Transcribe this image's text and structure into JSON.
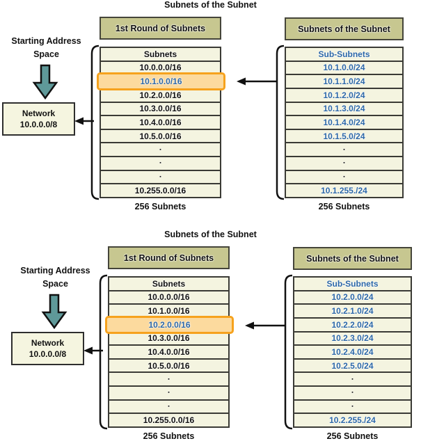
{
  "colors": {
    "header_fill": "#c7c790",
    "row_fill": "#f4f4e0",
    "line_dark": "#3a3a35",
    "highlight_border": "#f6a21d",
    "highlight_fill": "#fcda9e",
    "blue_text": "#2d68a8",
    "black_text": "#111111",
    "teal_arrow": "#5f9999",
    "background": "#ffffff"
  },
  "panels": [
    {
      "title": "Subnets of the Subnet",
      "left": {
        "label": "Starting Address Space",
        "network_box": {
          "line1": "Network",
          "line2": "10.0.0.0/8"
        }
      },
      "center_table": {
        "header": "1st Round of Subnets",
        "col_header": "Subnets",
        "rows": [
          "10.0.0.0/16",
          "10.1.0.0/16",
          "10.2.0.0/16",
          "10.3.0.0/16",
          "10.4.0.0/16",
          "10.5.0.0/16",
          "▪",
          "▪",
          "▪",
          "10.255.0.0/16"
        ],
        "highlight_index": 1,
        "caption": "256 Subnets"
      },
      "right_table": {
        "header": "Subnets of the Subnet",
        "col_header": "Sub-Subnets",
        "rows": [
          "10.1.0.0/24",
          "10.1.1.0/24",
          "10.1.2.0/24",
          "10.1.3.0/24",
          "10.1.4.0/24",
          "10.1.5.0/24",
          "▪",
          "▪",
          "▪",
          "10.1.255./24"
        ],
        "caption": "256 Subnets"
      }
    },
    {
      "title": "Subnets of the Subnet",
      "left": {
        "label": "Starting Address Space",
        "network_box": {
          "line1": "Network",
          "line2": "10.0.0.0/8"
        }
      },
      "center_table": {
        "header": "1st Round of Subnets",
        "col_header": "Subnets",
        "rows": [
          "10.0.0.0/16",
          "10.1.0.0/16",
          "10.2.0.0/16",
          "10.3.0.0/16",
          "10.4.0.0/16",
          "10.5.0.0/16",
          "▪",
          "▪",
          "▪",
          "10.255.0.0/16"
        ],
        "highlight_index": 2,
        "caption": "256 Subnets"
      },
      "right_table": {
        "header": "Subnets of the Subnet",
        "col_header": "Sub-Subnets",
        "rows": [
          "10.2.0.0/24",
          "10.2.1.0/24",
          "10.2.2.0/24",
          "10.2.3.0/24",
          "10.2.4.0/24",
          "10.2.5.0/24",
          "▪",
          "▪",
          "▪",
          "10.2.255./24"
        ],
        "caption": "256 Subnets"
      }
    }
  ]
}
